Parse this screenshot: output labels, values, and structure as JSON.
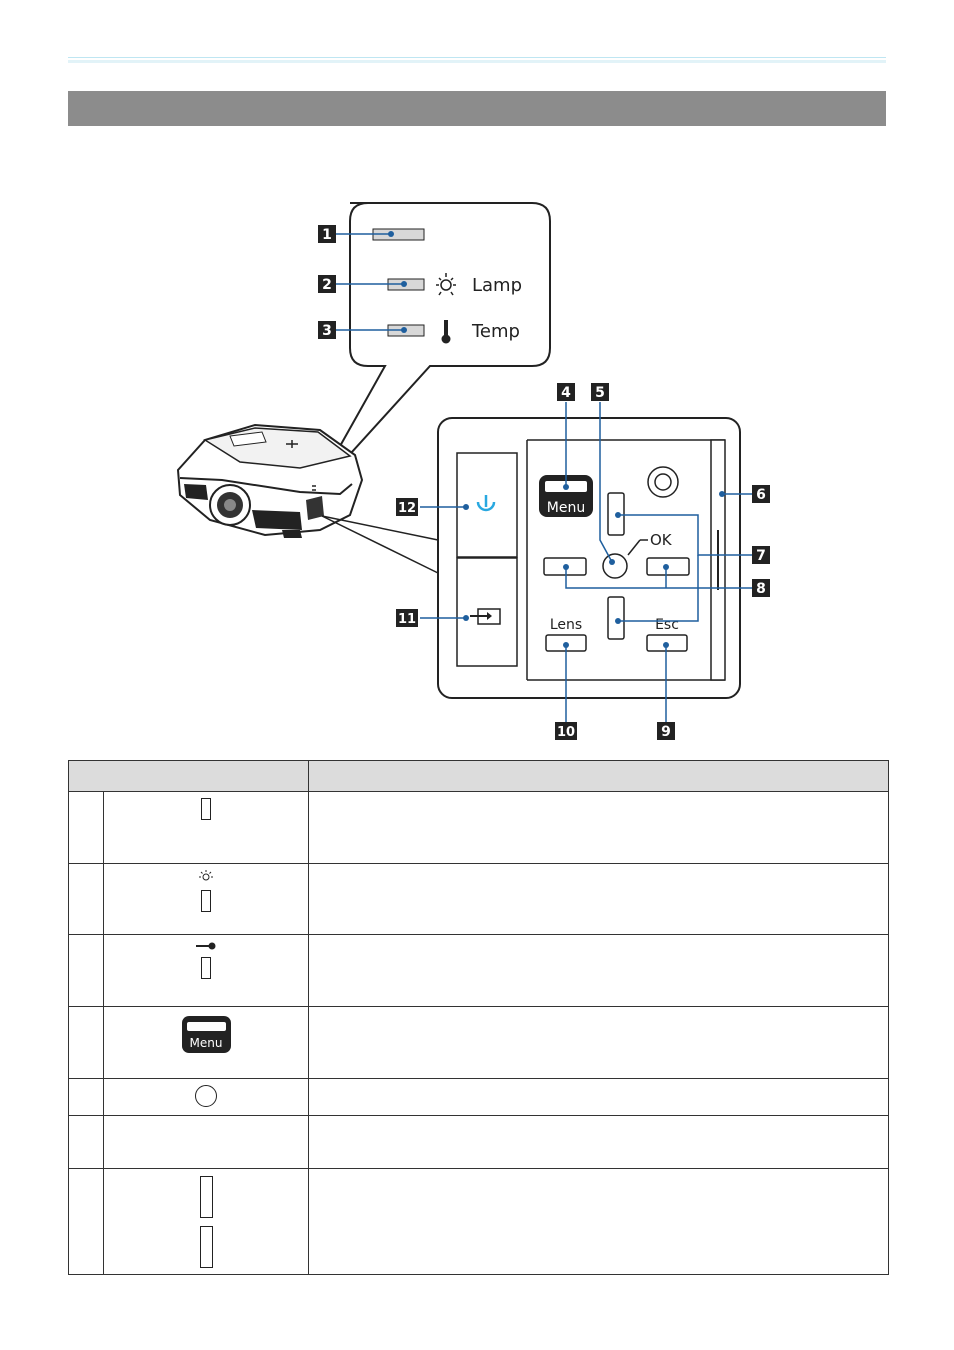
{
  "diagram": {
    "callouts": [
      "1",
      "2",
      "3",
      "4",
      "5",
      "6",
      "7",
      "8",
      "9",
      "10",
      "11",
      "12"
    ],
    "indicator_labels": {
      "lamp": "Lamp",
      "temp": "Temp"
    },
    "button_labels": {
      "menu": "Menu",
      "ok": "OK",
      "lens": "Lens",
      "esc": "Esc"
    }
  },
  "table": {
    "header": [
      "",
      ""
    ],
    "rows": [
      {
        "icon": "indicator-slot-icon"
      },
      {
        "icon": "lamp-icon"
      },
      {
        "icon": "thermometer-icon"
      },
      {
        "icon": "menu-button-icon",
        "icon_text": "Menu"
      },
      {
        "icon": "circle-icon"
      },
      {
        "icon": ""
      },
      {
        "icon": "vertical-slot-icon"
      }
    ]
  },
  "colors": {
    "accent": "#1f5f9e",
    "power": "#29a8e0",
    "section_bar": "#8c8c8c",
    "header_fill": "#dcdcdc"
  }
}
